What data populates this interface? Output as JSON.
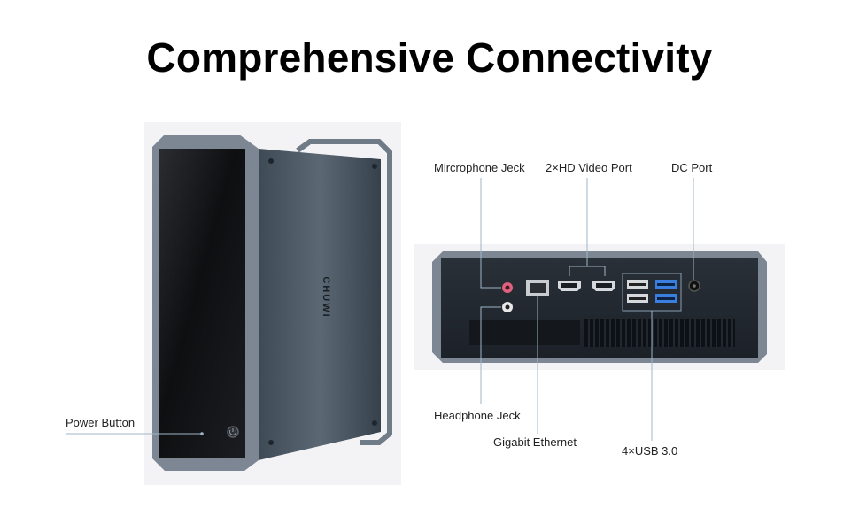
{
  "title": "Comprehensive Connectivity",
  "brand": "CHUWI",
  "labels": {
    "power_button": "Power Button",
    "microphone_jack": "Mircrophone Jeck",
    "hd_video_port": "2×HD Video Port",
    "dc_port": "DC Port",
    "headphone_jack": "Headphone Jeck",
    "gigabit_ethernet": "Gigabit Ethernet",
    "usb": "4×USB 3.0"
  },
  "colors": {
    "case_dark": "#2f3a44",
    "case_mid": "#4c5966",
    "frame": "#7d8894",
    "glass": "#121416",
    "mic_pink": "#e0607e",
    "usb_blue": "#3a7fe0",
    "leader": "#9fb4c6"
  }
}
